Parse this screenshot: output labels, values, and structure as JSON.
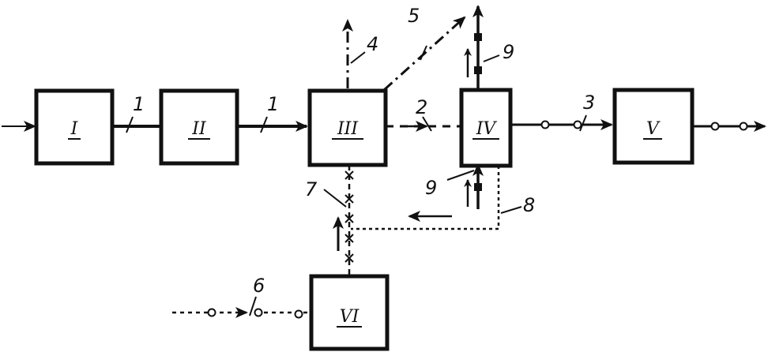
{
  "blocks": [
    {
      "id": "I",
      "label": "I"
    },
    {
      "id": "II",
      "label": "II"
    },
    {
      "id": "III",
      "label": "III"
    },
    {
      "id": "IV",
      "label": "IV"
    },
    {
      "id": "V",
      "label": "V"
    },
    {
      "id": "VI",
      "label": "VI"
    }
  ],
  "callouts": {
    "c1a": "1",
    "c1b": "1",
    "c2": "2",
    "c3": "3",
    "c4": "4",
    "c5": "5",
    "c6": "6",
    "c7": "7",
    "c8": "8",
    "c9a": "9",
    "c9b": "9"
  }
}
